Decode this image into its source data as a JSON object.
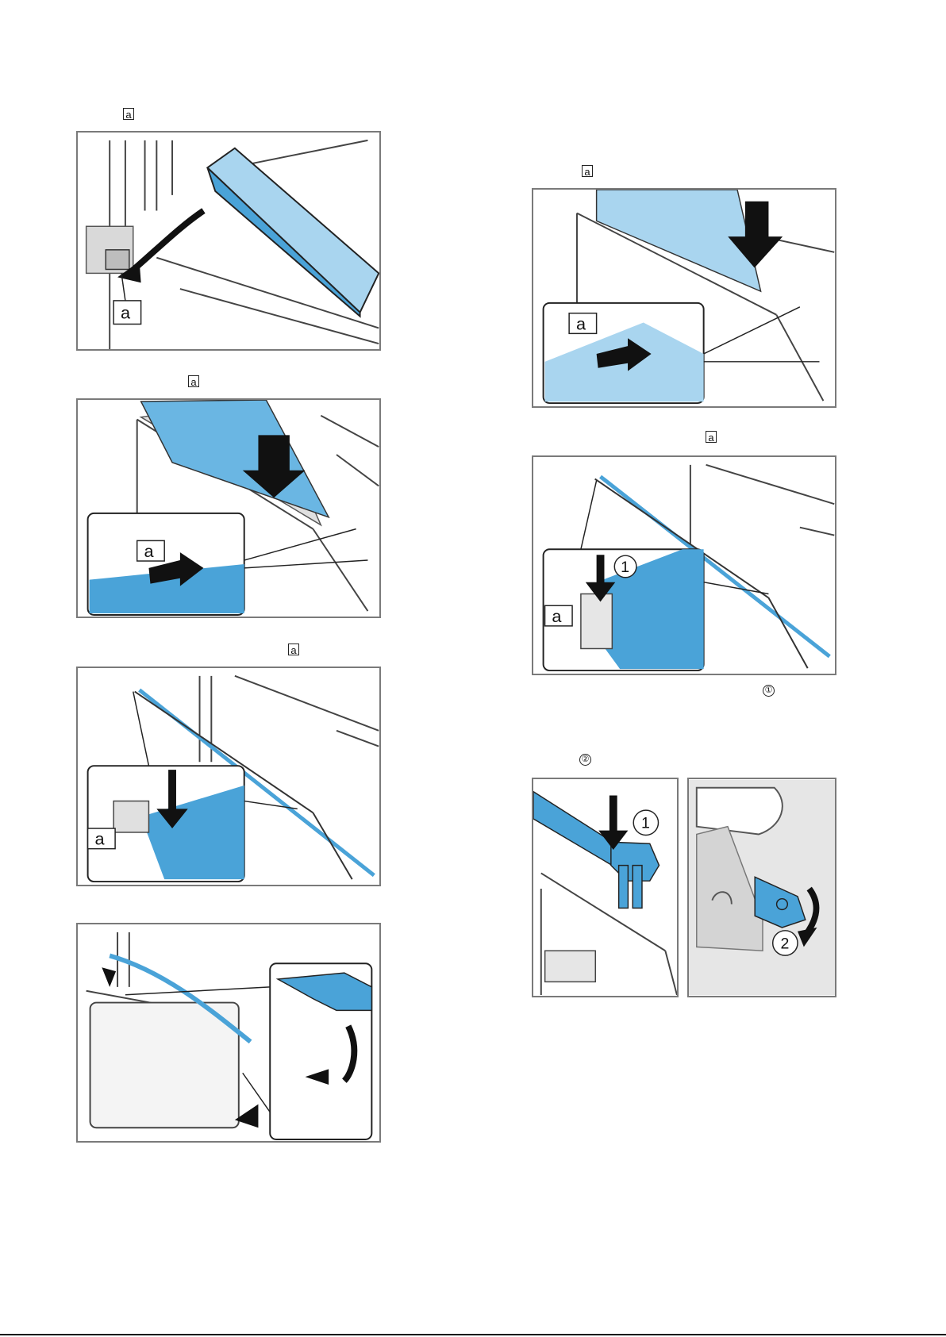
{
  "markers": {
    "a": "a",
    "step1": "①",
    "step2": "②"
  },
  "figures": [
    {
      "id": "fig-1",
      "callouts": [
        "a"
      ]
    },
    {
      "id": "fig-2",
      "callouts": [
        "a"
      ]
    },
    {
      "id": "fig-3",
      "callouts": [
        "a"
      ]
    },
    {
      "id": "fig-4",
      "callouts": []
    },
    {
      "id": "fig-5",
      "callouts": [
        "a"
      ]
    },
    {
      "id": "fig-6",
      "callouts": [
        "1",
        "a"
      ]
    },
    {
      "id": "fig-7a",
      "callouts": [
        "1"
      ]
    },
    {
      "id": "fig-7b",
      "callouts": [
        "2"
      ]
    }
  ],
  "colors": {
    "part_blue": "#4aa3d8",
    "part_blue_light": "#a9d5ef",
    "frame_grey": "#7a7a7a",
    "line_dark": "#222222"
  }
}
